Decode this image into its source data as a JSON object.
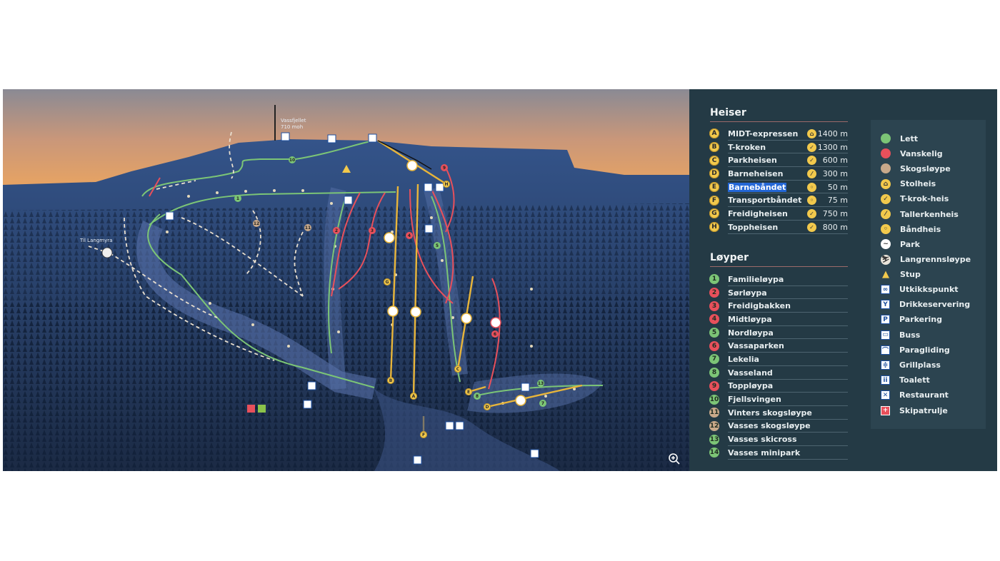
{
  "map": {
    "peak_name": "Vassfjellet",
    "peak_altitude": "710 moh",
    "link_label": "Til Langmyra",
    "lift_badges": [
      "A",
      "B",
      "C",
      "D",
      "E",
      "F",
      "G",
      "H"
    ],
    "trail_badges": [
      "1",
      "2",
      "3",
      "4",
      "5",
      "6",
      "7",
      "8",
      "9",
      "10",
      "11",
      "12",
      "13"
    ],
    "zoom_icon": "zoom-in-icon"
  },
  "legend": {
    "lifts_title": "Heiser",
    "lifts": [
      {
        "letter": "A",
        "name": "MIDT-expressen",
        "type": "chairlift",
        "length": "1400 m"
      },
      {
        "letter": "B",
        "name": "T-kroken",
        "type": "t-bar",
        "length": "1300 m"
      },
      {
        "letter": "C",
        "name": "Parkheisen",
        "type": "t-bar",
        "length": "600 m"
      },
      {
        "letter": "D",
        "name": "Barneheisen",
        "type": "platter",
        "length": "300 m"
      },
      {
        "letter": "E",
        "name": "Barnebåndet",
        "type": "carpet",
        "length": "50 m",
        "selected": true
      },
      {
        "letter": "F",
        "name": "Transportbåndet",
        "type": "carpet",
        "length": "75 m"
      },
      {
        "letter": "G",
        "name": "Freidigheisen",
        "type": "t-bar",
        "length": "750 m"
      },
      {
        "letter": "H",
        "name": "Toppheisen",
        "type": "t-bar",
        "length": "800 m"
      }
    ],
    "slopes_title": "Løyper",
    "slopes": [
      {
        "num": "1",
        "name": "Familieløypa",
        "difficulty": "easy"
      },
      {
        "num": "2",
        "name": "Sørløypa",
        "difficulty": "difficult"
      },
      {
        "num": "3",
        "name": "Freidigbakken",
        "difficulty": "difficult"
      },
      {
        "num": "4",
        "name": "Midtløypa",
        "difficulty": "difficult"
      },
      {
        "num": "5",
        "name": "Nordløypa",
        "difficulty": "easy"
      },
      {
        "num": "6",
        "name": "Vassaparken",
        "difficulty": "difficult"
      },
      {
        "num": "7",
        "name": "Lekelia",
        "difficulty": "easy"
      },
      {
        "num": "8",
        "name": "Vasseland",
        "difficulty": "easy"
      },
      {
        "num": "9",
        "name": "Toppløypa",
        "difficulty": "difficult"
      },
      {
        "num": "10",
        "name": "Fjellsvingen",
        "difficulty": "easy"
      },
      {
        "num": "11",
        "name": "Vinters skogsløype",
        "difficulty": "forest"
      },
      {
        "num": "12",
        "name": "Vasses skogsløype",
        "difficulty": "forest"
      },
      {
        "num": "13",
        "name": "Vasses skicross",
        "difficulty": "easy"
      },
      {
        "num": "14",
        "name": "Vasses minipark",
        "difficulty": "easy"
      }
    ],
    "key": [
      {
        "label": "Lett",
        "icon": "green-dot"
      },
      {
        "label": "Vanskelig",
        "icon": "red-dot"
      },
      {
        "label": "Skogsløype",
        "icon": "tan-dot"
      },
      {
        "label": "Stolheis",
        "icon": "chairlift-icon"
      },
      {
        "label": "T-krok-heis",
        "icon": "t-bar-icon"
      },
      {
        "label": "Tallerkenheis",
        "icon": "platter-lift-icon"
      },
      {
        "label": "Båndheis",
        "icon": "carpet-lift-icon"
      },
      {
        "label": "Park",
        "icon": "park-icon"
      },
      {
        "label": "Langrennsløype",
        "icon": "cross-country-icon"
      },
      {
        "label": "Stup",
        "icon": "warning-icon"
      },
      {
        "label": "Utkikkspunkt",
        "icon": "binoculars-icon"
      },
      {
        "label": "Drikkeservering",
        "icon": "drink-icon"
      },
      {
        "label": "Parkering",
        "icon": "parking-icon"
      },
      {
        "label": "Buss",
        "icon": "bus-icon"
      },
      {
        "label": "Paragliding",
        "icon": "paragliding-icon"
      },
      {
        "label": "Grillplass",
        "icon": "grill-icon"
      },
      {
        "label": "Toalett",
        "icon": "toilet-icon"
      },
      {
        "label": "Restaurant",
        "icon": "restaurant-icon"
      },
      {
        "label": "Skipatrulje",
        "icon": "ski-patrol-icon"
      }
    ]
  },
  "colors": {
    "easy": "#7cc576",
    "difficult": "#e8505b",
    "forest": "#c9a98a",
    "lift": "#f2c94c",
    "panel": "#243a45",
    "selection": "#2467d6"
  }
}
